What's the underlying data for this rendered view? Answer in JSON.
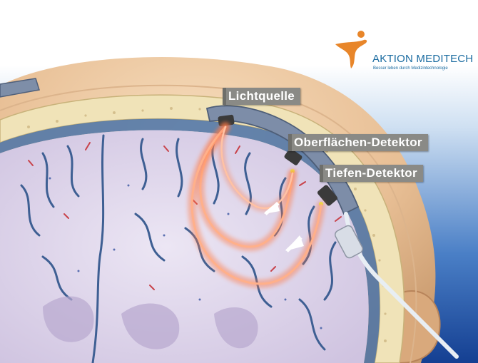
{
  "logo": {
    "name": "AKTION MEDITECH",
    "tagline": "Besser leben durch Medizintechnologie"
  },
  "labels": {
    "light_source": "Lichtquelle",
    "surface_detector": "Oberflächen-Detektor",
    "deep_detector": "Tiefen-Detektor"
  },
  "colors": {
    "label_bg": "#8a8a86",
    "brand_orange": "#e8862a",
    "brand_blue": "#1a6ba0",
    "light_path": "#ff6a3a",
    "skin": "#efc8a0",
    "brain": "#e0d8ec",
    "background_blue": "#1f4fa0"
  },
  "icons": [
    "person-logo-icon",
    "light-path-arrow-icon"
  ]
}
